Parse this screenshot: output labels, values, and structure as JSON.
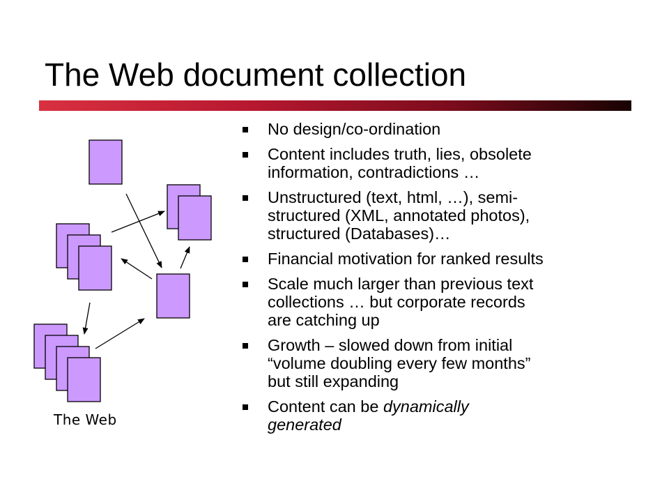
{
  "slide": {
    "title": "The Web document collection",
    "bullets": [
      {
        "text": "No design/co-ordination"
      },
      {
        "text": "Content includes truth, lies, obsolete\ninformation, contradictions …"
      },
      {
        "text": "Unstructured (text, html, …), semi-\nstructured (XML, annotated photos),\nstructured (Databases)…"
      },
      {
        "text": "Financial motivation for ranked results"
      },
      {
        "text": "Scale much larger than previous text\ncollections … but corporate records\nare catching up"
      },
      {
        "text": "Growth – slowed down from initial\n“volume doubling every few months”\nbut still expanding"
      },
      {
        "text": "Content can be ",
        "emphasis": "dynamically\ngenerated"
      }
    ],
    "diagram_label": "The Web",
    "colors": {
      "document_fill": "#cc99ff",
      "title_bar_start": "#d83040",
      "title_bar_end": "#180202"
    }
  }
}
